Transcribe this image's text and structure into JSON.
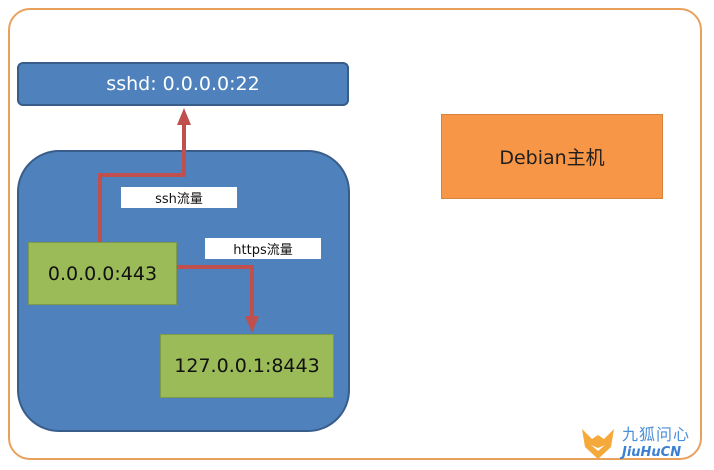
{
  "nodes": {
    "sshd": "sshd: 0.0.0.0:22",
    "listen_443": "0.0.0.0:443",
    "local_8443": "127.0.0.1:8443",
    "debian_host": "Debian主机"
  },
  "flows": {
    "ssh": "ssh流量",
    "https": "https流量"
  },
  "watermark": {
    "name_cn": "九狐问心",
    "name_en": "JiuHuCN"
  },
  "colors": {
    "outer_frame": "#e8a15c",
    "blue_node": "#4f81bd",
    "green_node": "#9bbb59",
    "orange_node": "#f79646",
    "arrow": "#c0504d"
  }
}
